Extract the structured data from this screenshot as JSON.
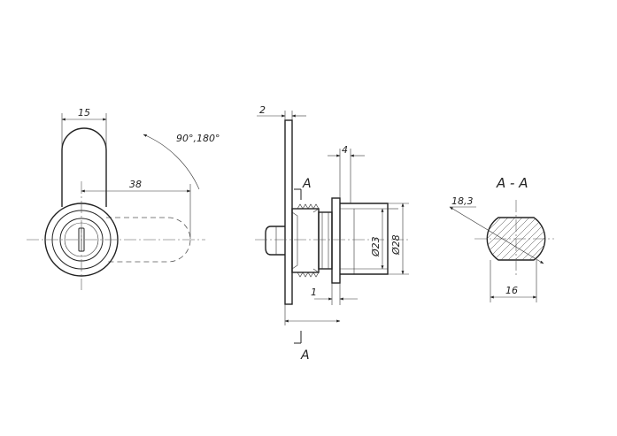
{
  "labels": {
    "front_width": "15",
    "rotation": "90°,180°",
    "cam_length": "38",
    "cam_thickness": "2",
    "nut_width": "4",
    "section_marker_top": "A",
    "section_marker_bottom": "A",
    "diameter_inner": "Ø23",
    "diameter_outer": "Ø28",
    "offset": "1",
    "section_title": "A - A",
    "section_radius": "18,3",
    "section_width": "16"
  },
  "colors": {
    "line": "#222222",
    "background": "#ffffff"
  }
}
